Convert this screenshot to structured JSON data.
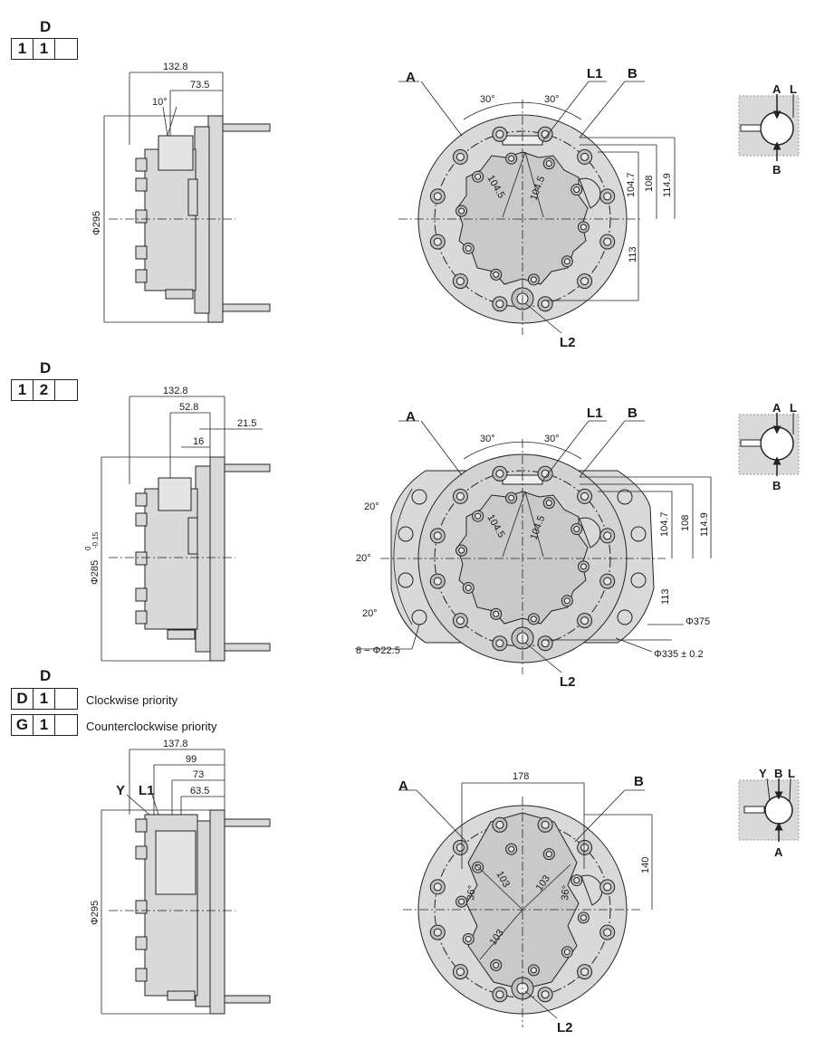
{
  "sections": [
    {
      "code_title": "D",
      "code_cells": [
        "1",
        "1",
        ""
      ],
      "side": {
        "dims": [
          "132.8",
          "73.5",
          "10°",
          "Φ295"
        ]
      },
      "front": {
        "labels": [
          "A",
          "L1",
          "B",
          "L2"
        ],
        "dims": [
          "30°",
          "30°",
          "104.5",
          "104.5",
          "104.7",
          "108",
          "114.9",
          "113"
        ]
      },
      "schematic": {
        "labels": [
          "A",
          "L",
          "B"
        ]
      }
    },
    {
      "code_title": "D",
      "code_cells": [
        "1",
        "2",
        ""
      ],
      "side": {
        "dims": [
          "132.8",
          "52.8",
          "21.5",
          "16",
          "Φ285",
          "0",
          "-0.15"
        ]
      },
      "front": {
        "labels": [
          "A",
          "L1",
          "B",
          "L2"
        ],
        "dims": [
          "30°",
          "30°",
          "20°",
          "20°",
          "20°",
          "104.5",
          "104.5",
          "104.7",
          "108",
          "114.9",
          "113",
          "Φ375",
          "Φ335 ± 0.2",
          "8 − Φ22.5"
        ]
      },
      "schematic": {
        "labels": [
          "A",
          "L",
          "B"
        ]
      }
    },
    {
      "code_title": "D",
      "code_rows": [
        {
          "cells": [
            "D",
            "1",
            ""
          ],
          "caption": "Clockwise priority"
        },
        {
          "cells": [
            "G",
            "1",
            ""
          ],
          "caption": "Counterclockwise priority"
        }
      ],
      "side": {
        "labels": [
          "Y",
          "L1"
        ],
        "dims": [
          "137.8",
          "99",
          "73",
          "63.5",
          "Φ295"
        ]
      },
      "front": {
        "labels": [
          "A",
          "B",
          "L2"
        ],
        "dims": [
          "178",
          "140",
          "103",
          "103",
          "103",
          "36°",
          "36°"
        ]
      },
      "schematic": {
        "labels": [
          "Y",
          "B",
          "L",
          "A"
        ]
      }
    }
  ],
  "colors": {
    "body_fill": "#d9d9d9",
    "line": "#222222",
    "hole_fill": "#bfbfbf"
  }
}
